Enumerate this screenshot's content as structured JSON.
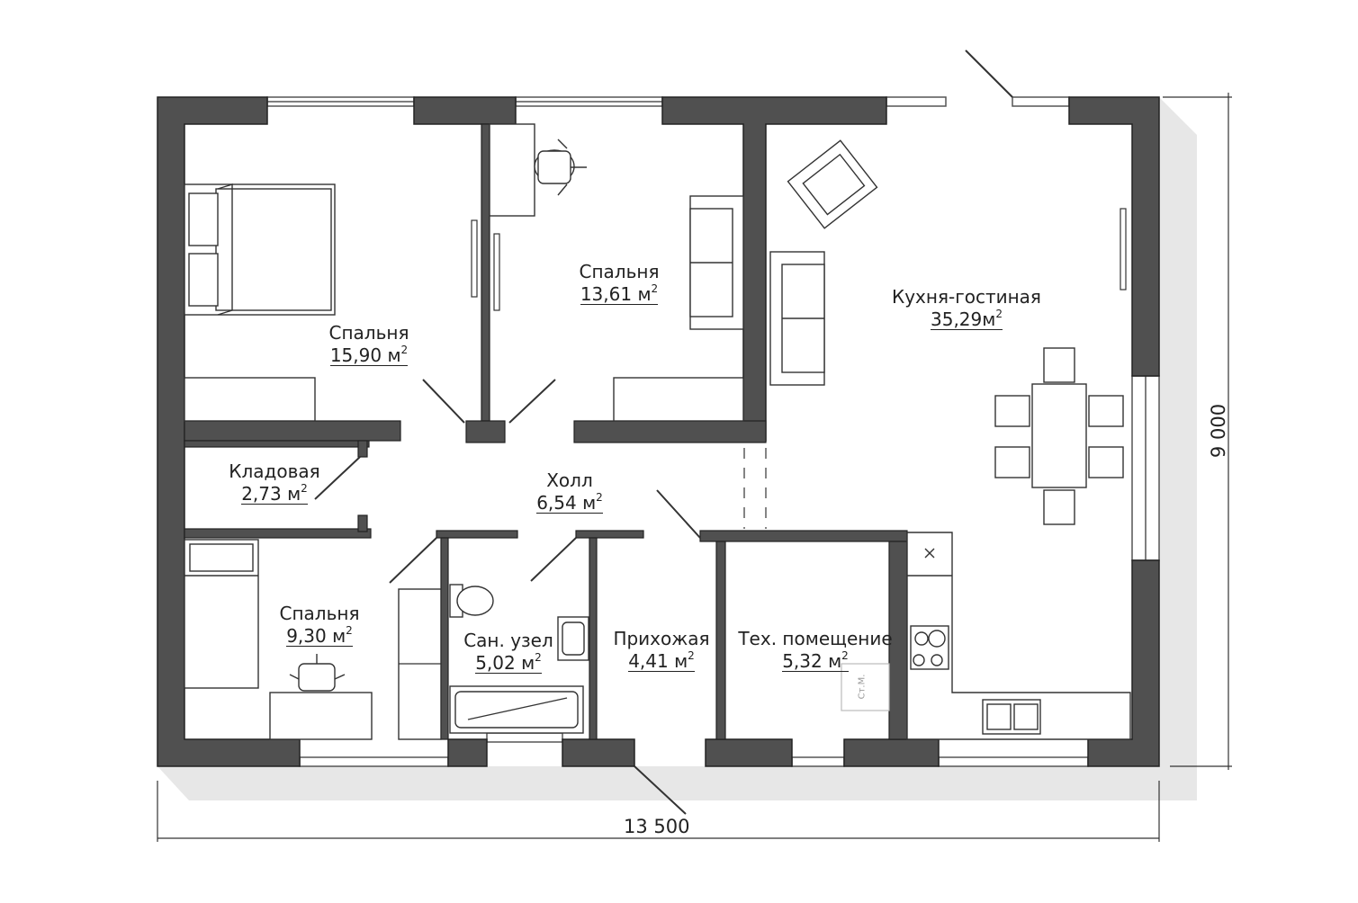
{
  "rooms": [
    {
      "id": "bedroom-1",
      "name": "Спальня",
      "area": "15,90 м",
      "unit_sup": "2"
    },
    {
      "id": "bedroom-2",
      "name": "Спальня",
      "area": "13,61 м",
      "unit_sup": "2"
    },
    {
      "id": "kitchen-living",
      "name": "Кухня-гостиная",
      "area": "35,29м",
      "unit_sup": "2"
    },
    {
      "id": "storage",
      "name": "Кладовая",
      "area": "2,73 м",
      "unit_sup": "2"
    },
    {
      "id": "hall",
      "name": "Холл",
      "area": "6,54 м",
      "unit_sup": "2"
    },
    {
      "id": "bedroom-3",
      "name": "Спальня",
      "area": "9,30 м",
      "unit_sup": "2"
    },
    {
      "id": "bathroom",
      "name": "Сан. узел",
      "area": "5,02 м",
      "unit_sup": "2"
    },
    {
      "id": "entrance",
      "name": "Прихожая",
      "area": "4,41 м",
      "unit_sup": "2"
    },
    {
      "id": "tech-room",
      "name": "Тех. помещение",
      "area": "5,32 м",
      "unit_sup": "2"
    }
  ],
  "dimensions": {
    "width": "13 500",
    "height": "9 000"
  },
  "equipment": {
    "washer_label": "Ст.М."
  },
  "colors": {
    "wall": "#505050",
    "shadow": "#e6e6e6",
    "line": "#333333"
  }
}
